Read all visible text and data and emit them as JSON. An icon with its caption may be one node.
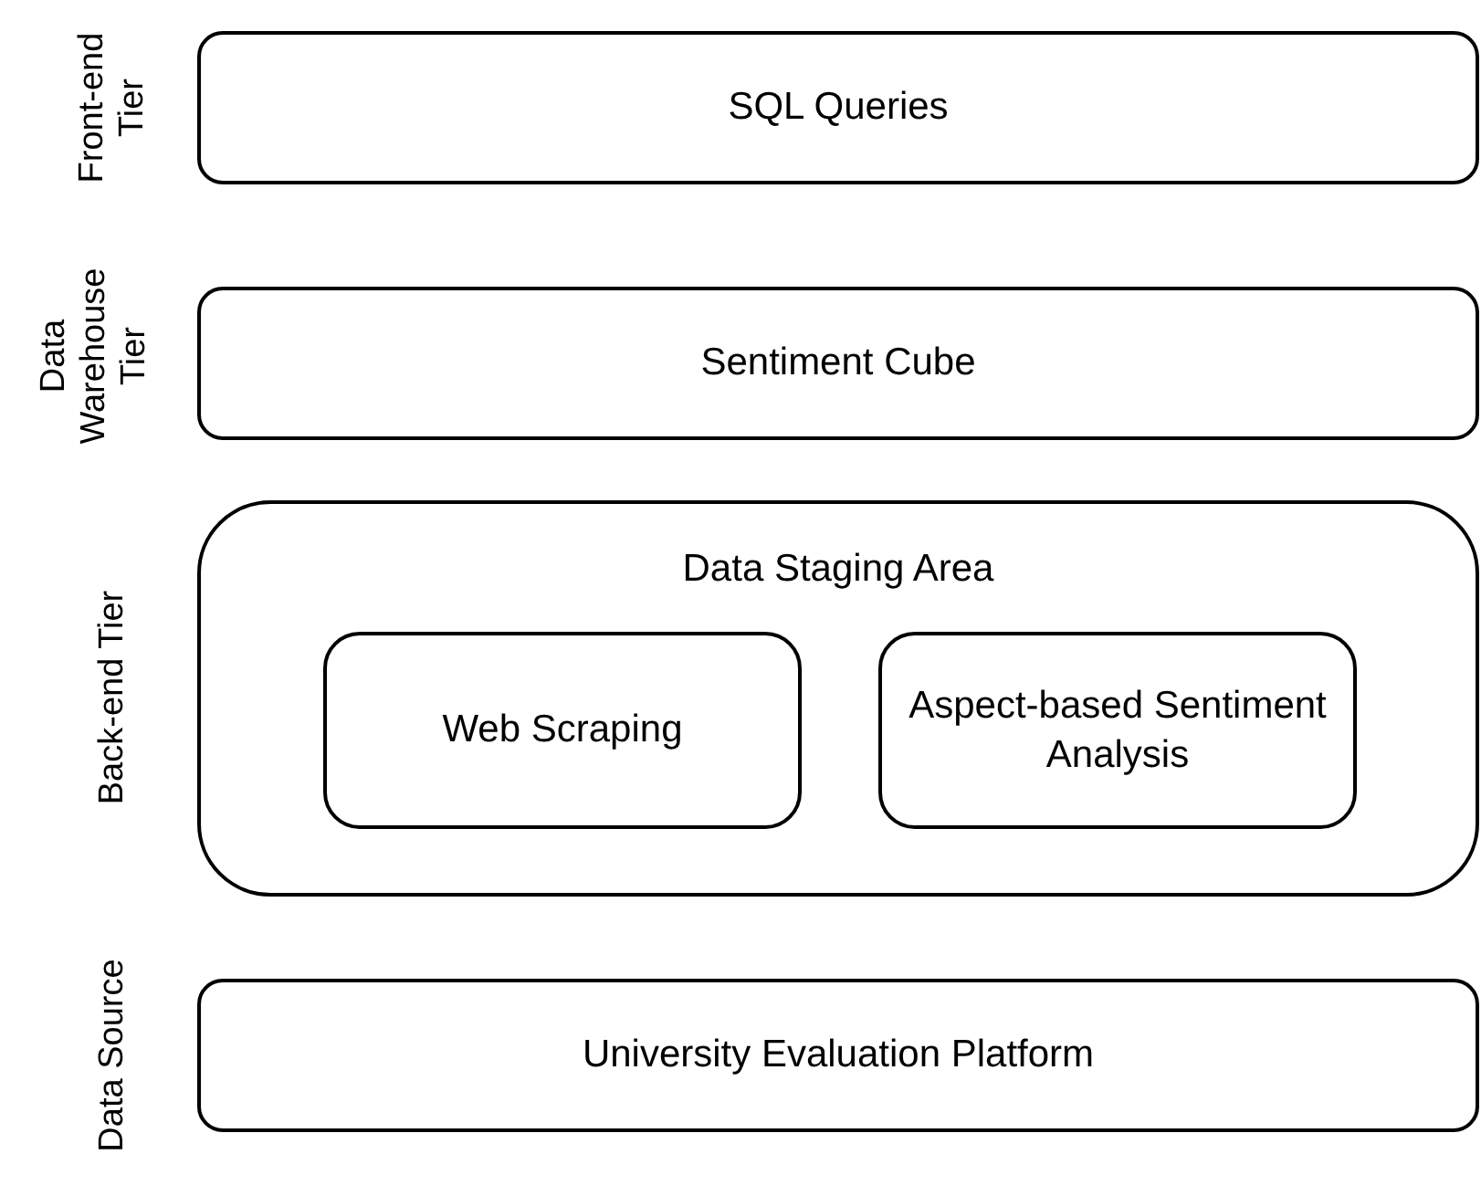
{
  "diagram": {
    "nodes": [
      {
        "text": [
          "SQL Queries"
        ],
        "beside": [
          "Front-end Tier"
        ]
      },
      {
        "text": [
          "Sentiment Cube"
        ],
        "beside": [
          "Data Warehouse Tier"
        ]
      },
      {
        "text": [
          "Data Staging Area"
        ],
        "beside": [
          "Back-end Tier"
        ]
      },
      {
        "text": [
          "Web Scraping"
        ],
        "in": 2
      },
      {
        "text": [
          "Aspect-based Sentiment Analysis"
        ],
        "in": 2
      },
      {
        "text": [
          "University Evaluation Platform"
        ],
        "beside": [
          "Data Source"
        ]
      }
    ]
  }
}
